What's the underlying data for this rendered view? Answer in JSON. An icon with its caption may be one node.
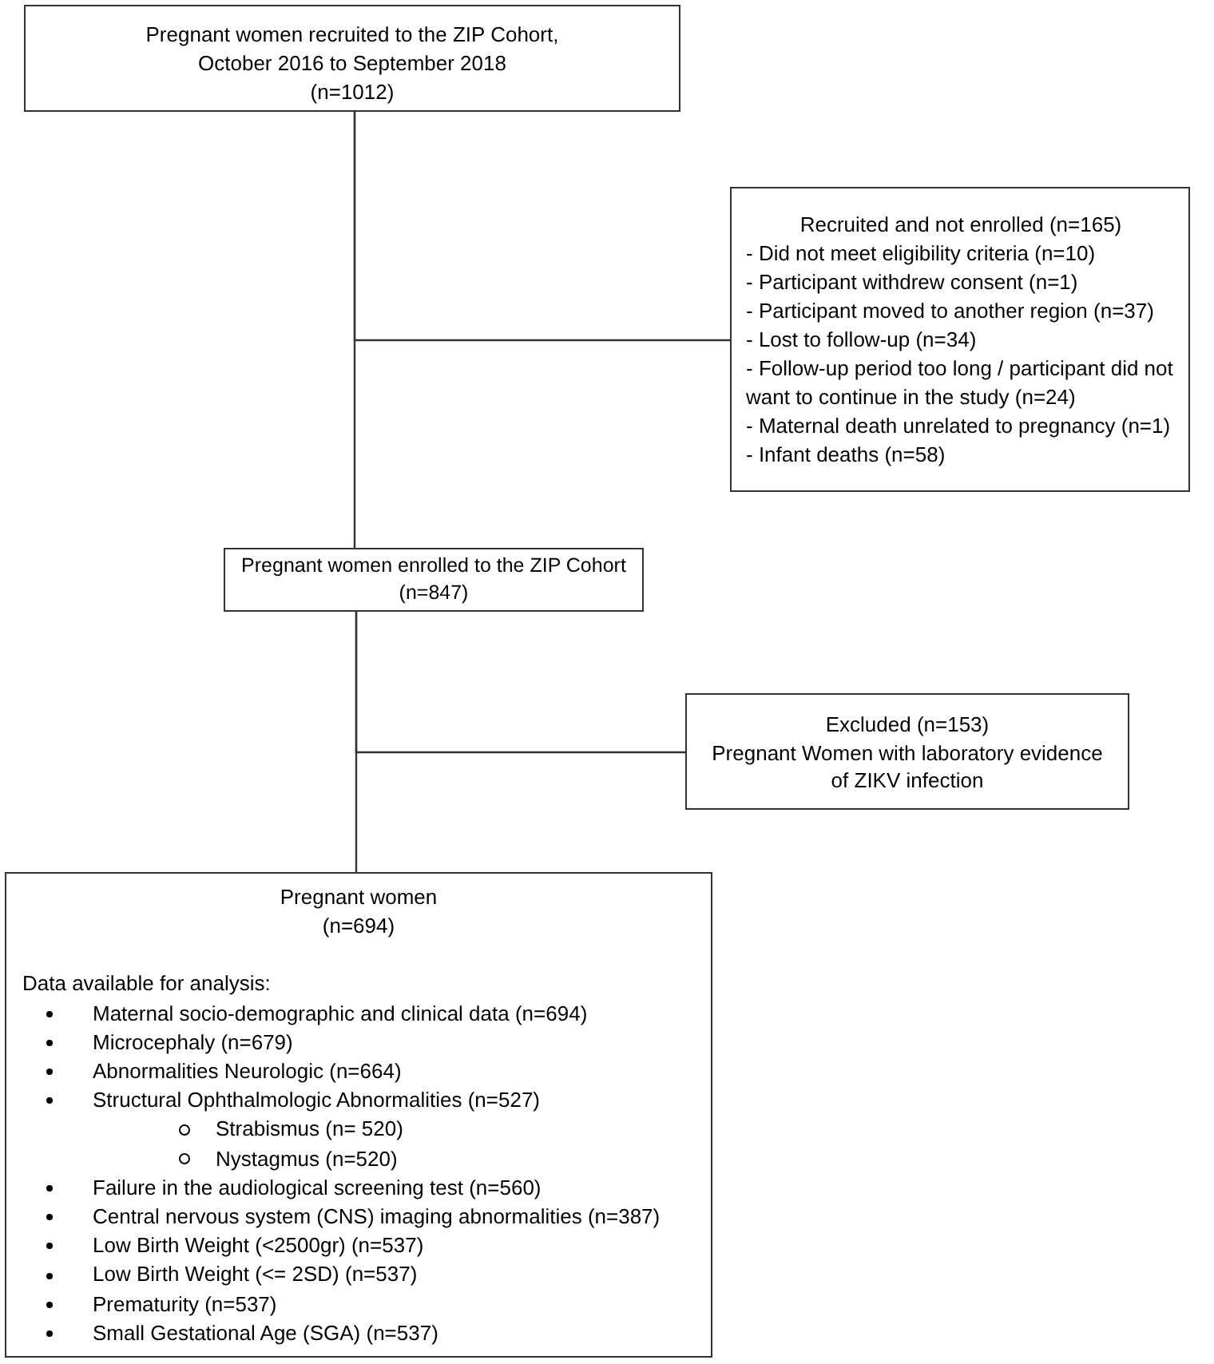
{
  "diagram": {
    "nodes": [
      {
        "text": [
          "Pregnant women recruited to the ZIP Cohort, October 2016 to September 2018",
          "(n=1012)"
        ]
      },
      {
        "text": [
          "Recruited and not enrolled (n=165)",
          "- Did not meet eligibility criteria (n=10)",
          "- Participant withdrew consent (n=1)",
          "- Participant moved to another region (n=37)",
          "- Lost to follow-up (n=34)",
          "- Follow-up period too long / participant did not want to continue in the study (n=24)",
          "- Maternal death unrelated to pregnancy (n=1)",
          "- Infant deaths (n=58)"
        ]
      },
      {
        "text": [
          "Pregnant women enrolled to the ZIP Cohort",
          "(n=847)"
        ]
      },
      {
        "text": [
          "Excluded (n=153)",
          "Pregnant Women with laboratory evidence of ZIKV infection"
        ]
      },
      {
        "text": [
          "Pregnant women",
          "(n=694)",
          "Data available for analysis:",
          "Maternal socio-demographic and clinical data (n=694)",
          "Microcephaly (n=679)",
          "Abnormalities Neurologic (n=664)",
          "Structural Ophthalmologic Abnormalities (n=527)",
          "Strabismus (n= 520)",
          "Nystagmus (n=520)",
          "Failure in the audiological screening test (n=560)",
          "Central nervous system (CNS) imaging abnormalities (n=387)",
          "Low Birth Weight (<2500gr) (n=537)",
          "Low Birth Weight (<= 2SD) (n=537)",
          "Prematurity (n=537)",
          "Small Gestational Age (SGA) (n=537)"
        ]
      }
    ],
    "edges": [
      {
        "from": 0,
        "to": 2,
        "arrow": "none"
      },
      {
        "from": 0,
        "to": 1,
        "arrow": "none"
      },
      {
        "from": 2,
        "to": 4,
        "arrow": "none"
      },
      {
        "from": 2,
        "to": 3,
        "arrow": "none"
      }
    ]
  }
}
